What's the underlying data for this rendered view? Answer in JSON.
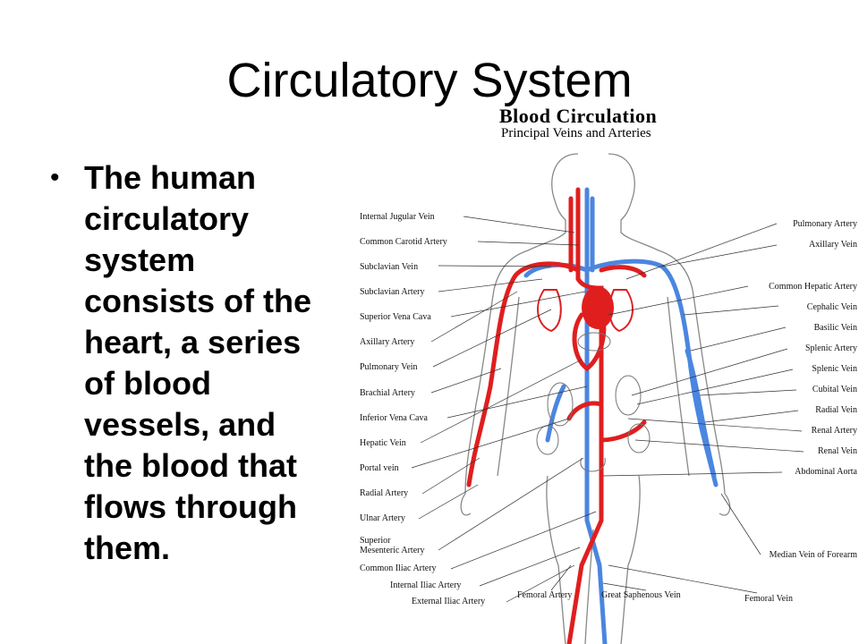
{
  "slide": {
    "title": "Circulatory System",
    "bullet": "The human\ncirculatory\nsystem\nconsists of the\nheart, a series\nof blood\nvessels, and\nthe blood that\nflows through\nthem."
  },
  "diagram": {
    "title": "Blood Circulation",
    "subtitle": "Principal Veins and Arteries",
    "colors": {
      "artery": "#e01e1e",
      "vein": "#4a86e0",
      "outline": "#888888"
    },
    "left_labels": [
      "Internal Jugular Vein",
      "Common Carotid Artery",
      "Subclavian Vein",
      "Subclavian Artery",
      "Superior Vena Cava",
      "Axillary Artery",
      "Pulmonary Vein",
      "Brachial Artery",
      "Inferior Vena Cava",
      "Hepatic Vein",
      "Portal vein",
      "Radial Artery",
      "Ulnar Artery",
      "Superior",
      "Mesenteric Artery",
      "Common Iliac Artery",
      "Internal Iliac Artery",
      "External Iliac Artery"
    ],
    "right_labels": [
      "Pulmonary Artery",
      "Axillary Vein",
      "Common Hepatic Artery",
      "Cephalic Vein",
      "Basilic Vein",
      "Splenic Artery",
      "Splenic Vein",
      "Cubital Vein",
      "Radial Vein",
      "Renal Artery",
      "Renal Vein",
      "Abdominal Aorta",
      "Median Vein of Forearm",
      "Femoral Vein"
    ],
    "bottom_labels": [
      "Femoral Artery",
      "Great Saphenous Vein"
    ]
  }
}
